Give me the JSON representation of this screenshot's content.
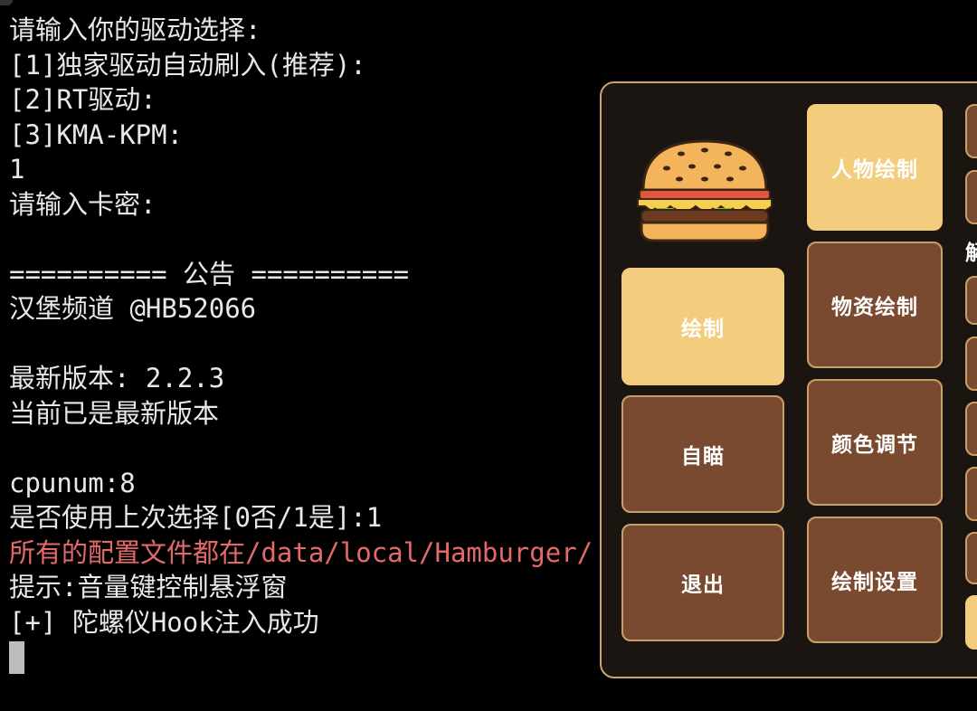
{
  "terminal": {
    "lines": [
      {
        "text": "请输入你的驱动选择:"
      },
      {
        "text": "[1]独家驱动自动刷入(推荐):"
      },
      {
        "text": "[2]RT驱动:"
      },
      {
        "text": "[3]KMA-KPM:"
      },
      {
        "text": "1"
      },
      {
        "text": "请输入卡密:"
      },
      {
        "text": ""
      },
      {
        "text": "========== 公告 =========="
      },
      {
        "text": "汉堡频道 @HB52066"
      },
      {
        "text": ""
      },
      {
        "text": "最新版本: 2.2.3"
      },
      {
        "text": "当前已是最新版本"
      },
      {
        "text": ""
      },
      {
        "text": "cpunum:8"
      },
      {
        "text": "是否使用上次选择[0否/1是]:1"
      },
      {
        "text": "所有的配置文件都在/data/local/Hamburger/",
        "color": "#e46a6a"
      },
      {
        "text": "提示:音量键控制悬浮窗"
      },
      {
        "text": "[+] 陀螺仪Hook注入成功"
      }
    ]
  },
  "menu": {
    "logo_icon": "hamburger-icon",
    "left_column": [
      {
        "label": "绘制",
        "active": true
      },
      {
        "label": "自瞄",
        "active": false
      },
      {
        "label": "退出",
        "active": false
      }
    ],
    "middle_column": [
      {
        "label": "人物绘制",
        "active": true
      },
      {
        "label": "物资绘制",
        "active": false
      },
      {
        "label": "颜色调节",
        "active": false
      },
      {
        "label": "绘制设置",
        "active": false
      }
    ],
    "right_edge_label": "解",
    "colors": {
      "active_bg": "#f3cc7e",
      "inactive_bg": "#7a4a30",
      "border": "#c8a06a",
      "panel_bg": "#1a1511",
      "warning_text": "#e46a6a"
    }
  }
}
